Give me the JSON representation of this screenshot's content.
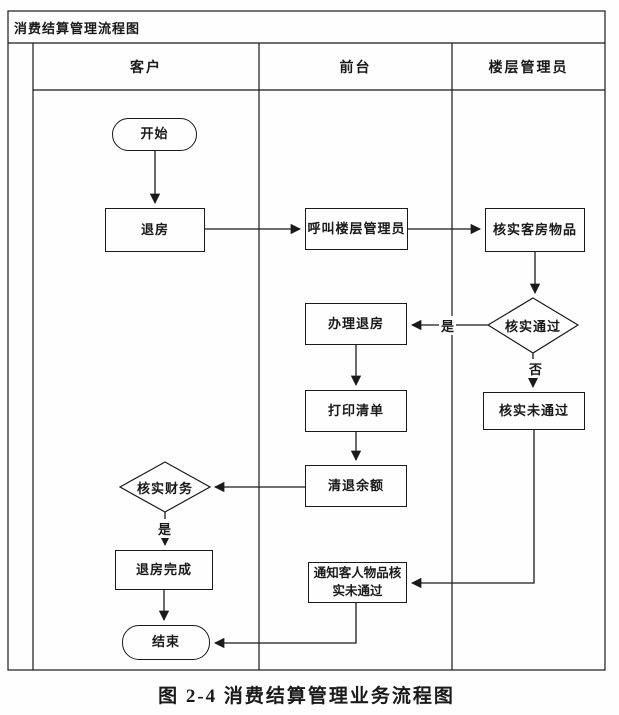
{
  "frame": {
    "title": "消费结算管理流程图"
  },
  "lanes": [
    {
      "label": "客户"
    },
    {
      "label": "前台"
    },
    {
      "label": "楼层管理员"
    }
  ],
  "nodes": {
    "start": {
      "label": "开始",
      "type": "terminator"
    },
    "checkout": {
      "label": "退房",
      "type": "process"
    },
    "call_manager": {
      "label": "呼叫楼层管理员",
      "type": "process"
    },
    "verify_items": {
      "label": "核实客房物品",
      "type": "process"
    },
    "verify_pass": {
      "label": "核实通过",
      "type": "decision"
    },
    "process_checkout": {
      "label": "办理退房",
      "type": "process"
    },
    "print_list": {
      "label": "打印清单",
      "type": "process"
    },
    "refund_balance": {
      "label": "清退余额",
      "type": "process"
    },
    "verify_failed": {
      "label": "核实未通过",
      "type": "process"
    },
    "verify_finance": {
      "label": "核实财务",
      "type": "decision"
    },
    "checkout_done": {
      "label": "退房完成",
      "type": "process"
    },
    "notify": {
      "line1": "通知客人物品核",
      "line2": "实未通过",
      "type": "process"
    },
    "end": {
      "label": "结束",
      "type": "terminator"
    }
  },
  "edge_labels": {
    "yes_pass": "是",
    "no_pass": "否",
    "yes_finance": "是"
  },
  "edges": [
    {
      "from": "start",
      "to": "checkout"
    },
    {
      "from": "checkout",
      "to": "call_manager"
    },
    {
      "from": "call_manager",
      "to": "verify_items"
    },
    {
      "from": "verify_items",
      "to": "verify_pass"
    },
    {
      "from": "verify_pass",
      "to": "process_checkout",
      "label": "是"
    },
    {
      "from": "verify_pass",
      "to": "verify_failed",
      "label": "否"
    },
    {
      "from": "process_checkout",
      "to": "print_list"
    },
    {
      "from": "print_list",
      "to": "refund_balance"
    },
    {
      "from": "refund_balance",
      "to": "verify_finance"
    },
    {
      "from": "verify_finance",
      "to": "checkout_done",
      "label": "是"
    },
    {
      "from": "checkout_done",
      "to": "end"
    },
    {
      "from": "verify_failed",
      "to": "notify"
    },
    {
      "from": "notify",
      "to": "end"
    }
  ],
  "caption": "图 2-4  消费结算管理业务流程图",
  "colors": {
    "line": "#1a1a1a",
    "paper": "#fefefe"
  }
}
